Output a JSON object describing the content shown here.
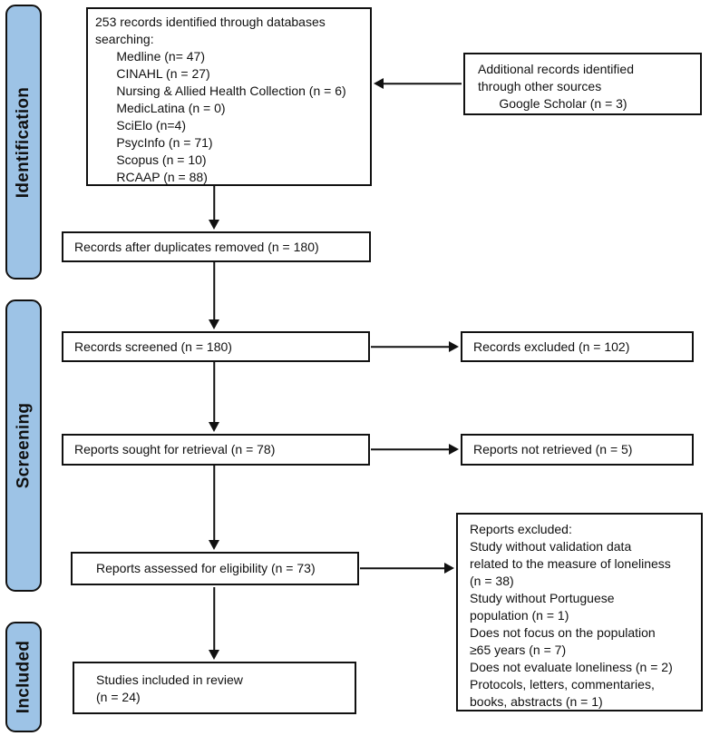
{
  "stages": {
    "identification": "Identification",
    "screening": "Screening",
    "included": "Included"
  },
  "boxes": {
    "records_identified": "253 records identified through databases\nsearching:\n      Medline (n= 47)\n      CINAHL (n = 27)\n      Nursing & Allied Health Collection (n = 6)\n      MedicLatina (n = 0)\n      SciElo (n=4)\n      PsycInfo (n = 71)\n      Scopus (n = 10)\n      RCAAP (n = 88)",
    "additional_records": "Additional records identified\nthrough other sources\n      Google Scholar (n = 3)",
    "after_duplicates": "Records after duplicates removed (n = 180)",
    "records_screened": "Records screened (n = 180)",
    "records_excluded": "Records excluded (n = 102)",
    "reports_sought": "Reports sought for retrieval (n = 78)",
    "reports_not_retrieved": "Reports not retrieved (n = 5)",
    "reports_assessed": "Reports assessed for eligibility (n = 73)",
    "reports_excluded_reasons": "Reports excluded:\nStudy without validation data\nrelated to the measure of loneliness\n(n = 38)\nStudy without Portuguese\npopulation (n = 1)\nDoes not focus on the population\n≥65 years (n = 7)\nDoes not evaluate loneliness (n = 2)\nProtocols, letters, commentaries,\nbooks, abstracts (n = 1)",
    "studies_included": "Studies included in review\n(n = 24)"
  },
  "colors": {
    "stage_fill": "#9dc3e6",
    "line": "#111111",
    "background": "#ffffff"
  }
}
